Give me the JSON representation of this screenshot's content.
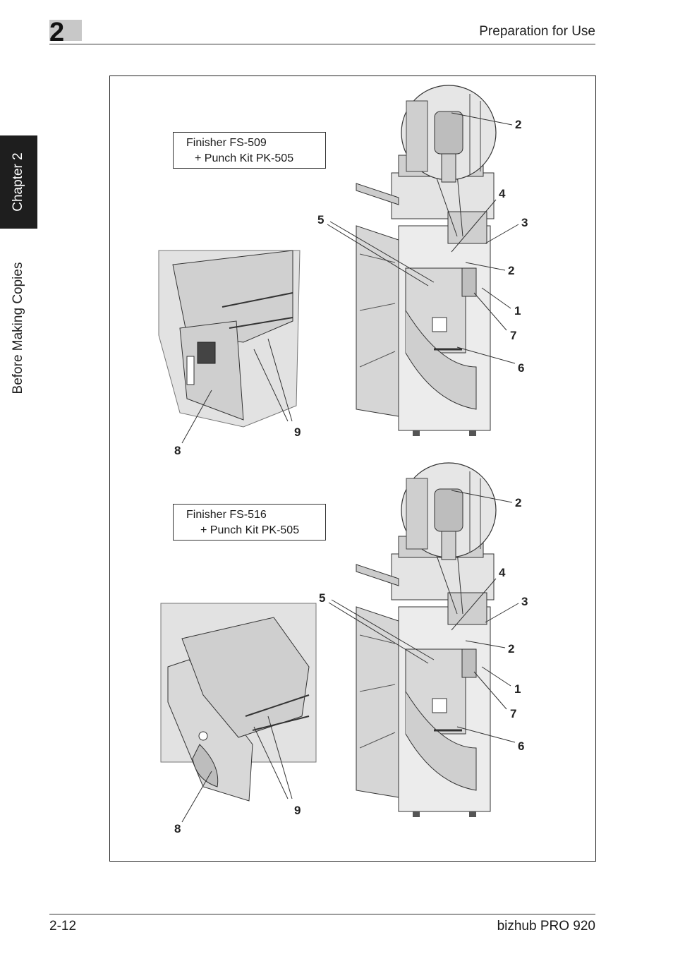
{
  "header": {
    "chapter_number": "2",
    "running_title": "Preparation for Use"
  },
  "side": {
    "chapter_tab": "Chapter 2",
    "section": "Before Making Copies"
  },
  "figures": [
    {
      "label_line1": "Finisher FS-509",
      "label_line2": "+ Punch Kit PK-505",
      "callouts": [
        "2",
        "4",
        "3",
        "5",
        "2",
        "1",
        "7",
        "6",
        "9",
        "8"
      ]
    },
    {
      "label_line1": "Finisher FS-516",
      "label_line2": "+ Punch Kit PK-505",
      "callouts": [
        "2",
        "4",
        "3",
        "5",
        "2",
        "1",
        "7",
        "6",
        "9",
        "8"
      ]
    }
  ],
  "footer": {
    "page_number": "2-12",
    "product": "bizhub PRO 920"
  },
  "colors": {
    "tab_background": "#1e1e1e",
    "chapter_box": "#c8c8c8",
    "illustration_fill": "#dcdcdc"
  }
}
